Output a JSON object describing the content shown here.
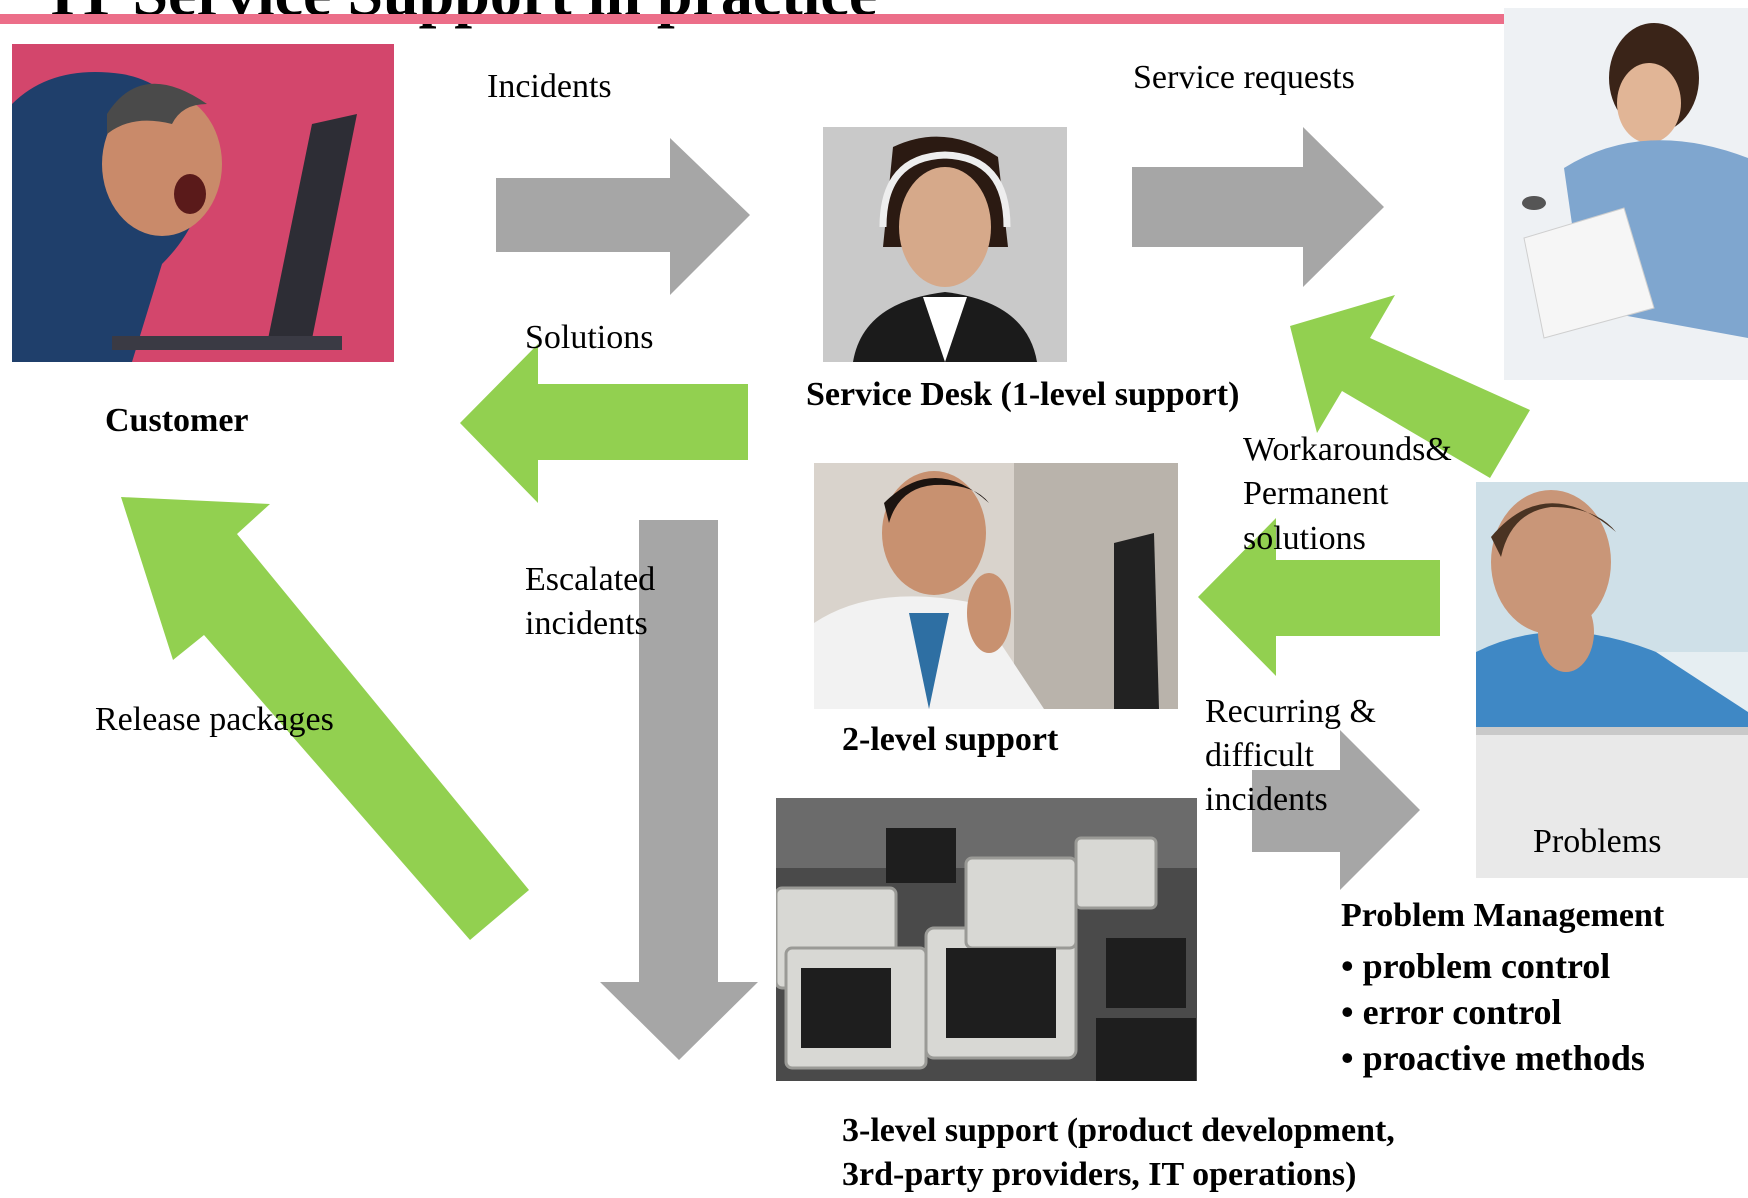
{
  "slide": {
    "title": "IT Service Support in practice",
    "accent_color": "#ec6e89"
  },
  "colors": {
    "arrow_gray": "#a6a6a6",
    "arrow_green": "#92d050"
  },
  "photos": {
    "customer": {
      "icon": "angry-customer-laptop-photo"
    },
    "service_desk": {
      "icon": "headset-agent-photo"
    },
    "office_worker": {
      "icon": "office-worker-keyboard-photo"
    },
    "second_level": {
      "icon": "headset-engineer-photo"
    },
    "third_level": {
      "icon": "old-crt-monitors-photo"
    },
    "problem_manager": {
      "icon": "thinking-man-laptop-photo"
    }
  },
  "flow_labels": {
    "incidents": "Incidents",
    "service_requests": "Service requests",
    "solutions": "Solutions",
    "workarounds_line1": "Workarounds&",
    "workarounds_line2": "Permanent",
    "workarounds_line3": "solutions",
    "escalated_line1": "Escalated",
    "escalated_line2": "incidents",
    "release_packages": "Release packages",
    "recurring_line1": "Recurring &",
    "recurring_line2": "difficult",
    "recurring_line3": "incidents",
    "problems": "Problems"
  },
  "roles": {
    "customer": "Customer",
    "service_desk": "Service Desk (1-level support)",
    "second_level": "2-level support",
    "third_level_line1": "3-level support (product development,",
    "third_level_line2": "3rd-party providers, IT operations)",
    "problem_management": "Problem Management",
    "problem_management_items": [
      "problem control",
      "error control",
      "proactive methods"
    ]
  }
}
